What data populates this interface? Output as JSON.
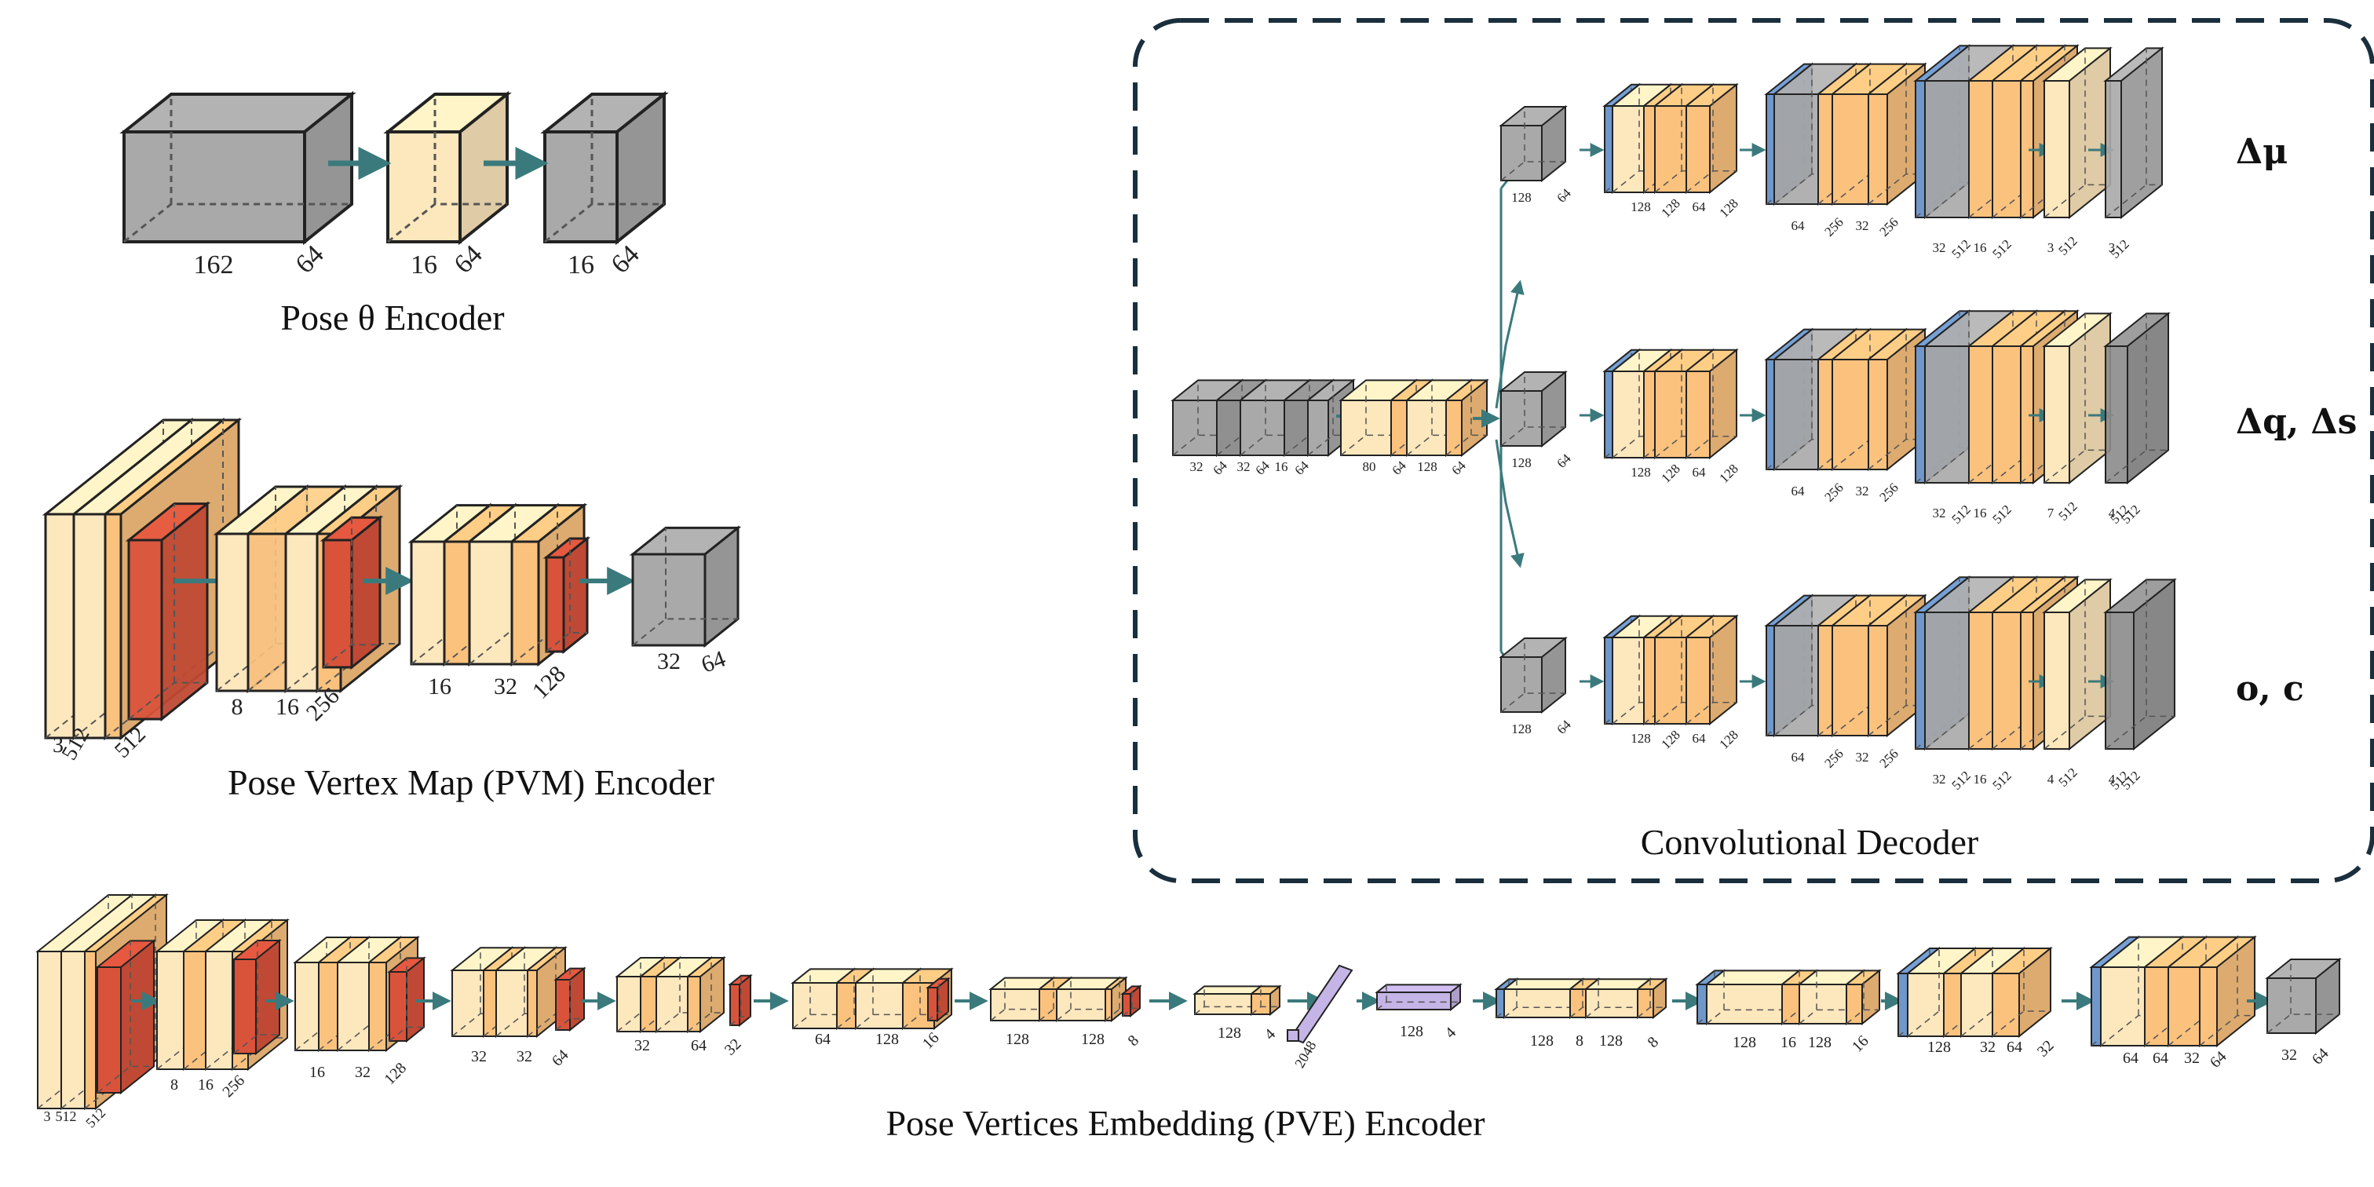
{
  "titles": {
    "pose_encoder": "Pose θ Encoder",
    "pvm_encoder": "Pose Vertex Map (PVM) Encoder",
    "decoder": "Convolutional Decoder",
    "pve_encoder": "Pose Vertices Embedding (PVE) Encoder"
  },
  "outputs": {
    "branch_1": "Δμ",
    "branch_2": "Δq, Δs",
    "branch_3": "o, c"
  },
  "pose_encoder": {
    "blocks": [
      {
        "width": "162",
        "depth": "64",
        "kind": "gray"
      },
      {
        "width": "16",
        "depth": "64",
        "kind": "cream"
      },
      {
        "width": "16",
        "depth": "64",
        "kind": "gray"
      }
    ]
  },
  "pvm_encoder": {
    "blocks": [
      {
        "labels": [
          "3",
          "512",
          "512"
        ]
      },
      {
        "labels": [
          "8",
          "16",
          "256"
        ]
      },
      {
        "labels": [
          "16",
          "32",
          "128"
        ]
      },
      {
        "labels": [
          "32",
          "64"
        ]
      }
    ]
  },
  "decoder": {
    "shared": [
      {
        "labels": [
          "32",
          "64",
          "32",
          "64",
          "16",
          "64"
        ]
      },
      {
        "labels": [
          "80",
          "64",
          "128",
          "64"
        ]
      }
    ],
    "branches": [
      {
        "stem": [
          "128",
          "64"
        ],
        "b1": [
          "128",
          "128",
          "64",
          "128"
        ],
        "b2": [
          "64",
          "256",
          "32",
          "256"
        ],
        "b3": [
          "32",
          "512",
          "16",
          "512"
        ],
        "b4": [
          "3",
          "512"
        ],
        "b5": [
          "3",
          "512"
        ]
      },
      {
        "stem": [
          "128",
          "64"
        ],
        "b1": [
          "128",
          "128",
          "64",
          "128"
        ],
        "b2": [
          "64",
          "256",
          "32",
          "256"
        ],
        "b3": [
          "32",
          "512",
          "16",
          "512"
        ],
        "b4": [
          "7",
          "512"
        ],
        "b5": [
          "4",
          "512",
          "512"
        ]
      },
      {
        "stem": [
          "128",
          "64"
        ],
        "b1": [
          "128",
          "128",
          "64",
          "128"
        ],
        "b2": [
          "64",
          "256",
          "32",
          "256"
        ],
        "b3": [
          "32",
          "512",
          "16",
          "512"
        ],
        "b4": [
          "4",
          "512"
        ],
        "b5": [
          "4",
          "512",
          "512"
        ]
      }
    ]
  },
  "pve_encoder": {
    "labels": [
      [
        "3",
        "512",
        "512"
      ],
      [
        "8",
        "16",
        "256"
      ],
      [
        "16",
        "32",
        "128"
      ],
      [
        "32",
        "32",
        "64"
      ],
      [
        "32",
        "64",
        "32"
      ],
      [
        "64",
        "128",
        "16"
      ],
      [
        "128",
        "128",
        "8"
      ],
      [
        "128",
        "4"
      ],
      [
        "2048"
      ],
      [
        "128",
        "4"
      ],
      [
        "128",
        "8",
        "128",
        "8"
      ],
      [
        "128",
        "16",
        "128",
        "16"
      ],
      [
        "128",
        "32",
        "64",
        "32"
      ],
      [
        "64",
        "64",
        "32",
        "64"
      ],
      [
        "32",
        "64"
      ]
    ]
  },
  "colors": {
    "gray": "#a9a9a9",
    "cream": "#fde7bd",
    "orange": "#fbc27e",
    "red": "#d9533b",
    "blue": "#6f97c9",
    "purple": "#c5b4e6",
    "arrow": "#3b7a7c",
    "frame": "#1a2f3d"
  }
}
